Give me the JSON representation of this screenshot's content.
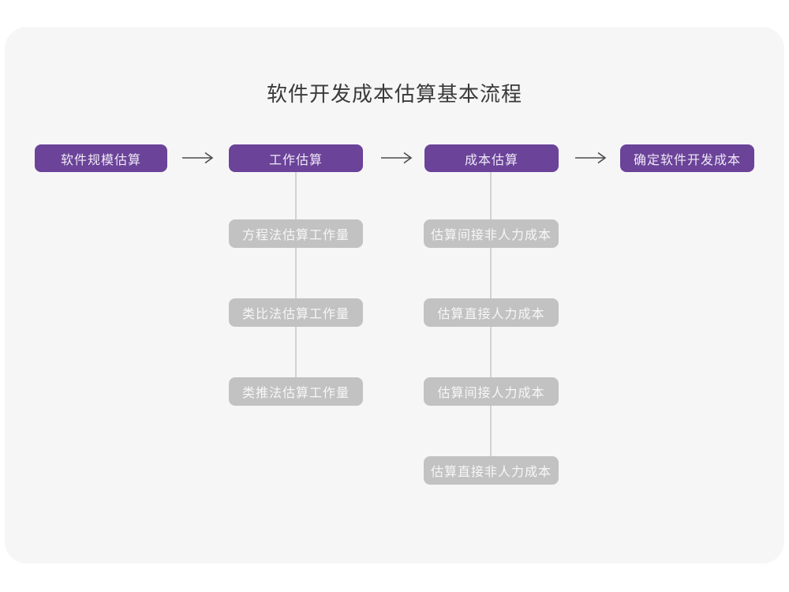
{
  "title": "软件开发成本估算基本流程",
  "colors": {
    "card_background": "#f6f6f7",
    "stage_purple": "#6b4399",
    "sub_gray": "#c2c2c2",
    "connector_gray": "#d2d2d2",
    "arrow_dark": "#4c4c4c"
  },
  "icons": {
    "arrow_right": "→"
  },
  "flow": {
    "stages": [
      {
        "label": "软件规模估算",
        "children": []
      },
      {
        "label": "工作估算",
        "children": [
          "方程法估算工作量",
          "类比法估算工作量",
          "类推法估算工作量"
        ]
      },
      {
        "label": "成本估算",
        "children": [
          "估算间接非人力成本",
          "估算直接人力成本",
          "估算间接人力成本",
          "估算直接非人力成本"
        ]
      },
      {
        "label": "确定软件开发成本",
        "children": []
      }
    ]
  }
}
